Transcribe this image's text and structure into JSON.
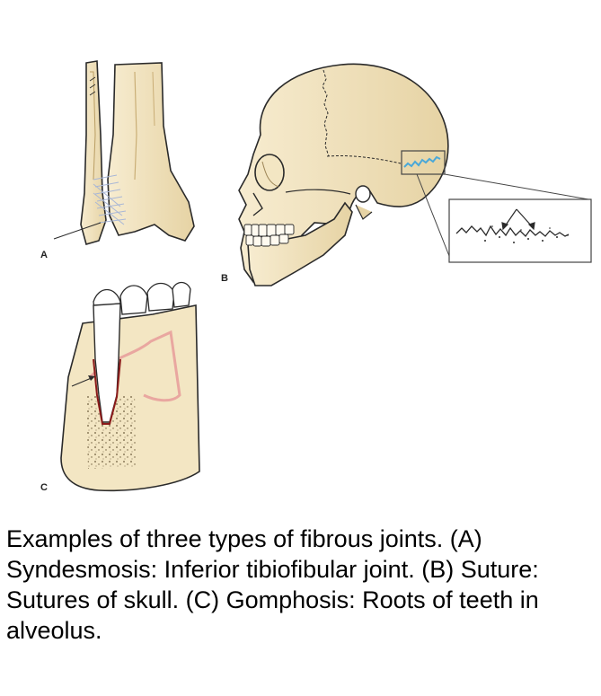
{
  "panels": {
    "a": {
      "label": "A"
    },
    "b": {
      "label": "B"
    },
    "c": {
      "label": "C"
    }
  },
  "caption": "Examples of three types of fibrous joints. (A) Syndesmosis: Inferior tibiofibular joint. (B) Suture: Sutures of skull. (C) Gomphosis: Roots of teeth in alveolus.",
  "colors": {
    "bone": "#f3e6c3",
    "bone_shade": "#e3cf9e",
    "outline": "#2a2a2a",
    "ligament": "#a9b7d6",
    "suture_highlight": "#4aa8d8",
    "gum": "#e9a7a0",
    "root_line": "#8b1a1a"
  }
}
